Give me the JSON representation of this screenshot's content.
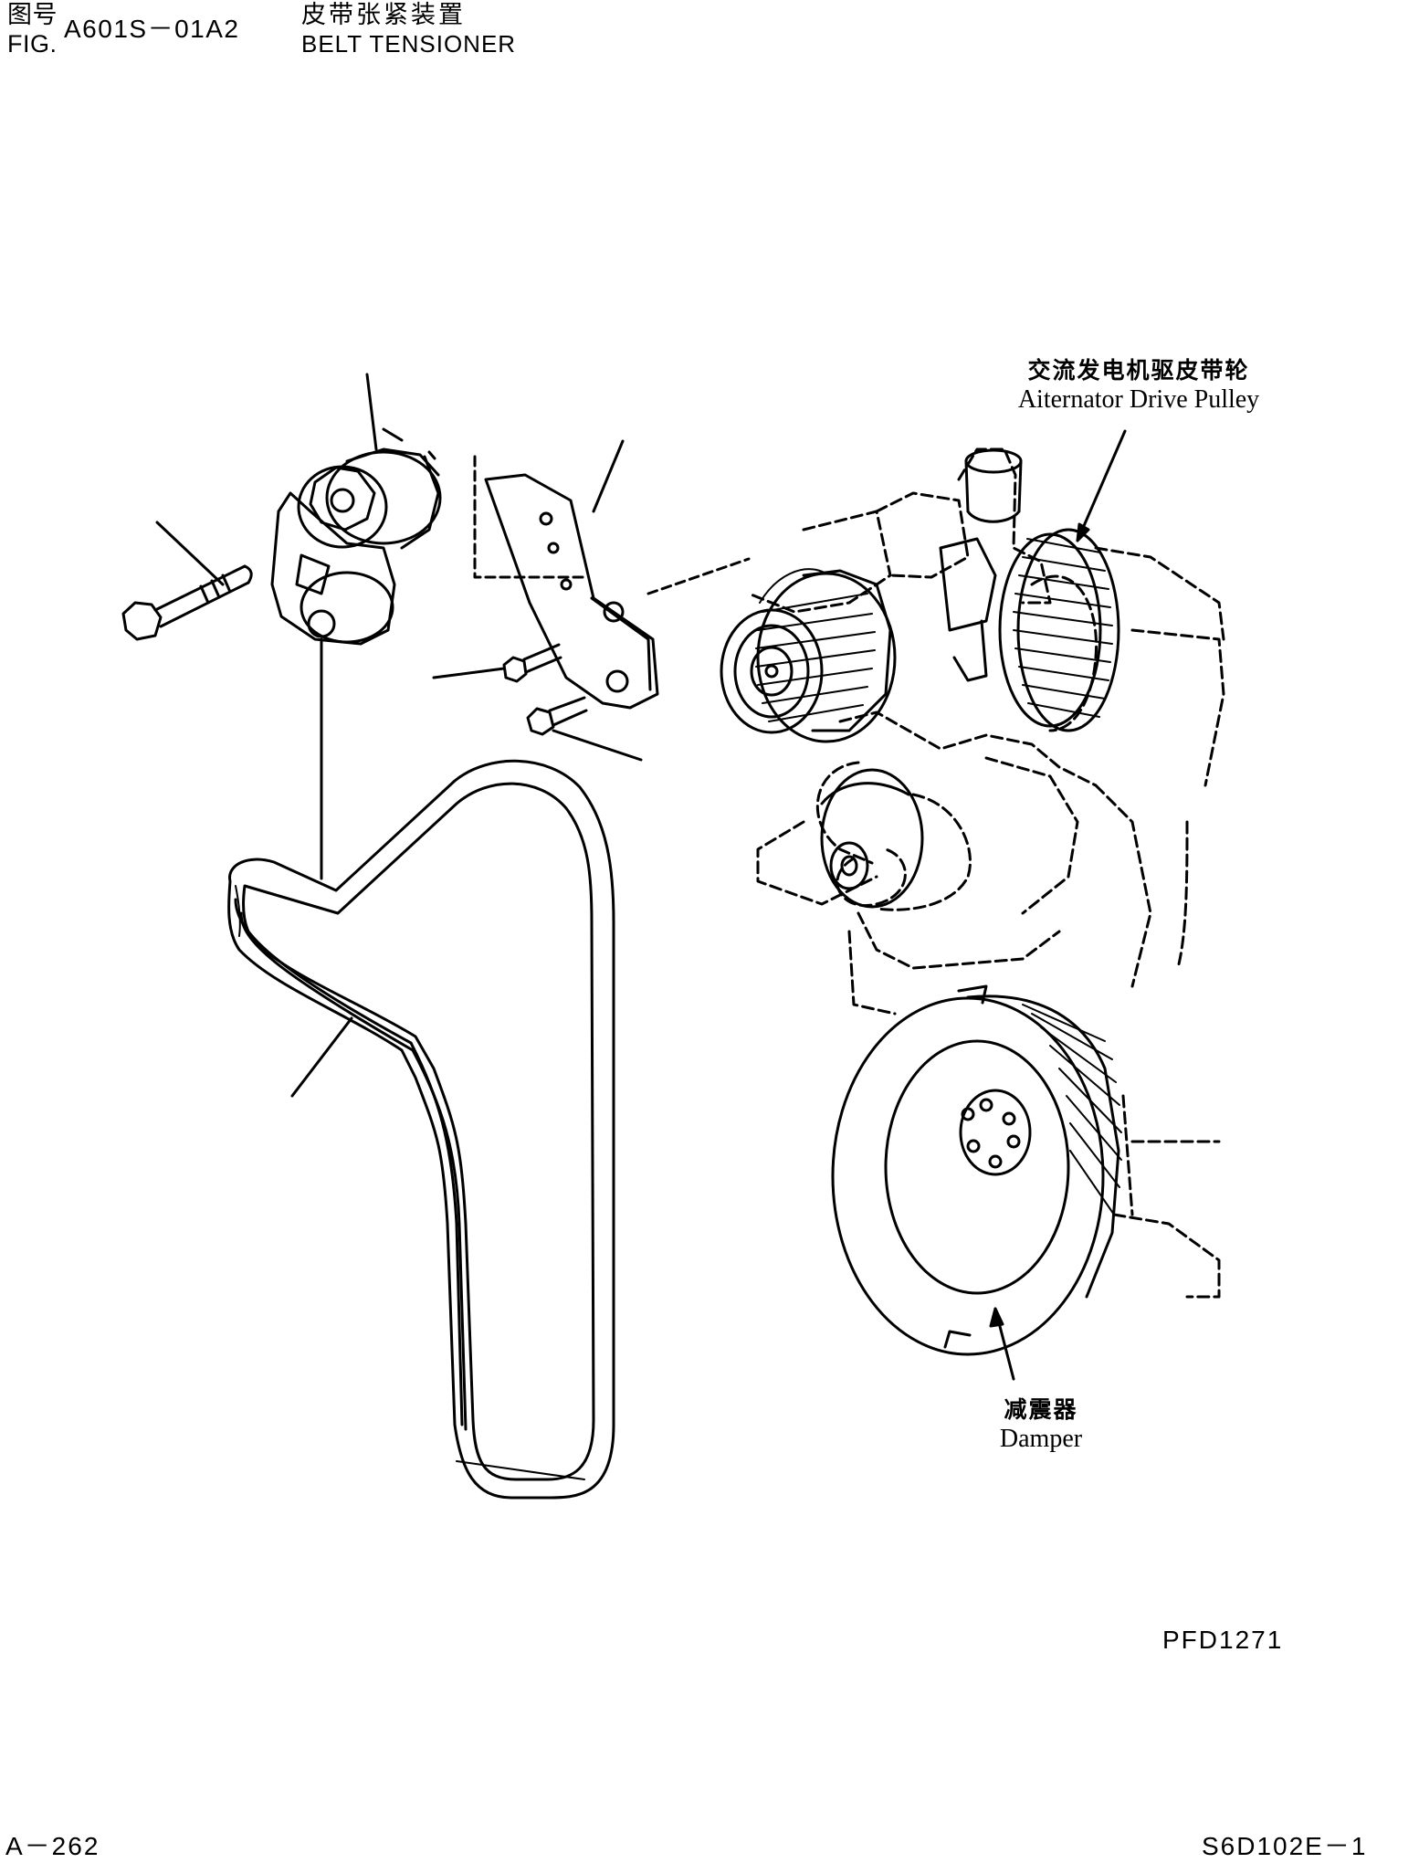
{
  "header": {
    "fig_label_cn": "图号",
    "fig_label_en": "FIG.",
    "fig_number": "A601S－01A2",
    "title_cn": "皮带张紧装置",
    "title_en": "BELT TENSIONER"
  },
  "callouts": {
    "alternator_cn": "交流发电机驱皮带轮",
    "alternator_en": "Aiternator Drive Pulley",
    "damper_cn": "减震器",
    "damper_en": "Damper"
  },
  "footer": {
    "reference_code": "PFD1271",
    "page_number": "A－262",
    "model_code": "S6D102E－1"
  }
}
